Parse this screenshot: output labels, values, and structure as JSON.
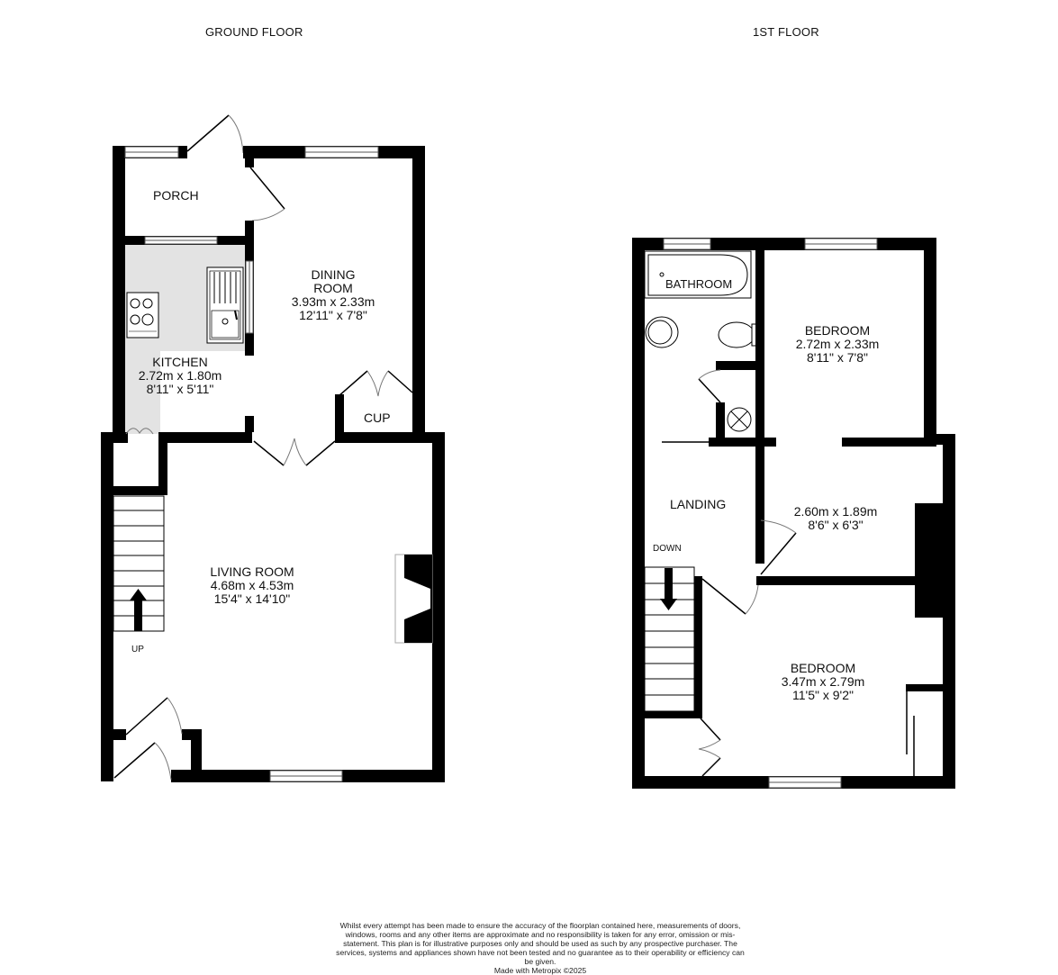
{
  "floors": {
    "ground": {
      "title": "GROUND FLOOR",
      "rooms": {
        "porch": {
          "name": "PORCH"
        },
        "kitchen": {
          "name": "KITCHEN",
          "metric": "2.72m  x 1.80m",
          "imperial": "8'11\"  x 5'11\""
        },
        "dining": {
          "name_line1": "DINING",
          "name_line2": "ROOM",
          "metric": "3.93m  x 2.33m",
          "imperial": "12'11\"  x 7'8\""
        },
        "cupboard": {
          "name": "CUP"
        },
        "living": {
          "name": "LIVING ROOM",
          "metric": "4.68m  x 4.53m",
          "imperial": "15'4\"  x 14'10\""
        }
      },
      "stairs_label": "UP"
    },
    "first": {
      "title": "1ST FLOOR",
      "rooms": {
        "bathroom": {
          "name": "BATHROOM"
        },
        "bedroom1": {
          "name": "BEDROOM",
          "metric": "2.72m  x 2.33m",
          "imperial": "8'11\"  x 7'8\""
        },
        "bedroom2": {
          "metric": "2.60m  x 1.89m",
          "imperial": "8'6\"  x 6'3\""
        },
        "landing": {
          "name": "LANDING"
        },
        "bedroom3": {
          "name": "BEDROOM",
          "metric": "3.47m  x 2.79m",
          "imperial": "11'5\"  x 9'2\""
        }
      },
      "stairs_label": "DOWN"
    }
  },
  "disclaimer": {
    "text": "Whilst every attempt has been made to ensure the accuracy of the floorplan contained here, measurements of doors, windows, rooms and any other items are approximate and no responsibility is taken for any error, omission or mis-statement. This plan is for illustrative purposes only and should be used as such by any prospective purchaser. The services, systems and appliances shown have not been tested and no guarantee as to their operability or efficiency can be given.",
    "credit": "Made with Metropix ©2025"
  },
  "colors": {
    "wall": "#000000",
    "kitchen_floor": "#e3e3e3",
    "window": "#ffffff"
  }
}
